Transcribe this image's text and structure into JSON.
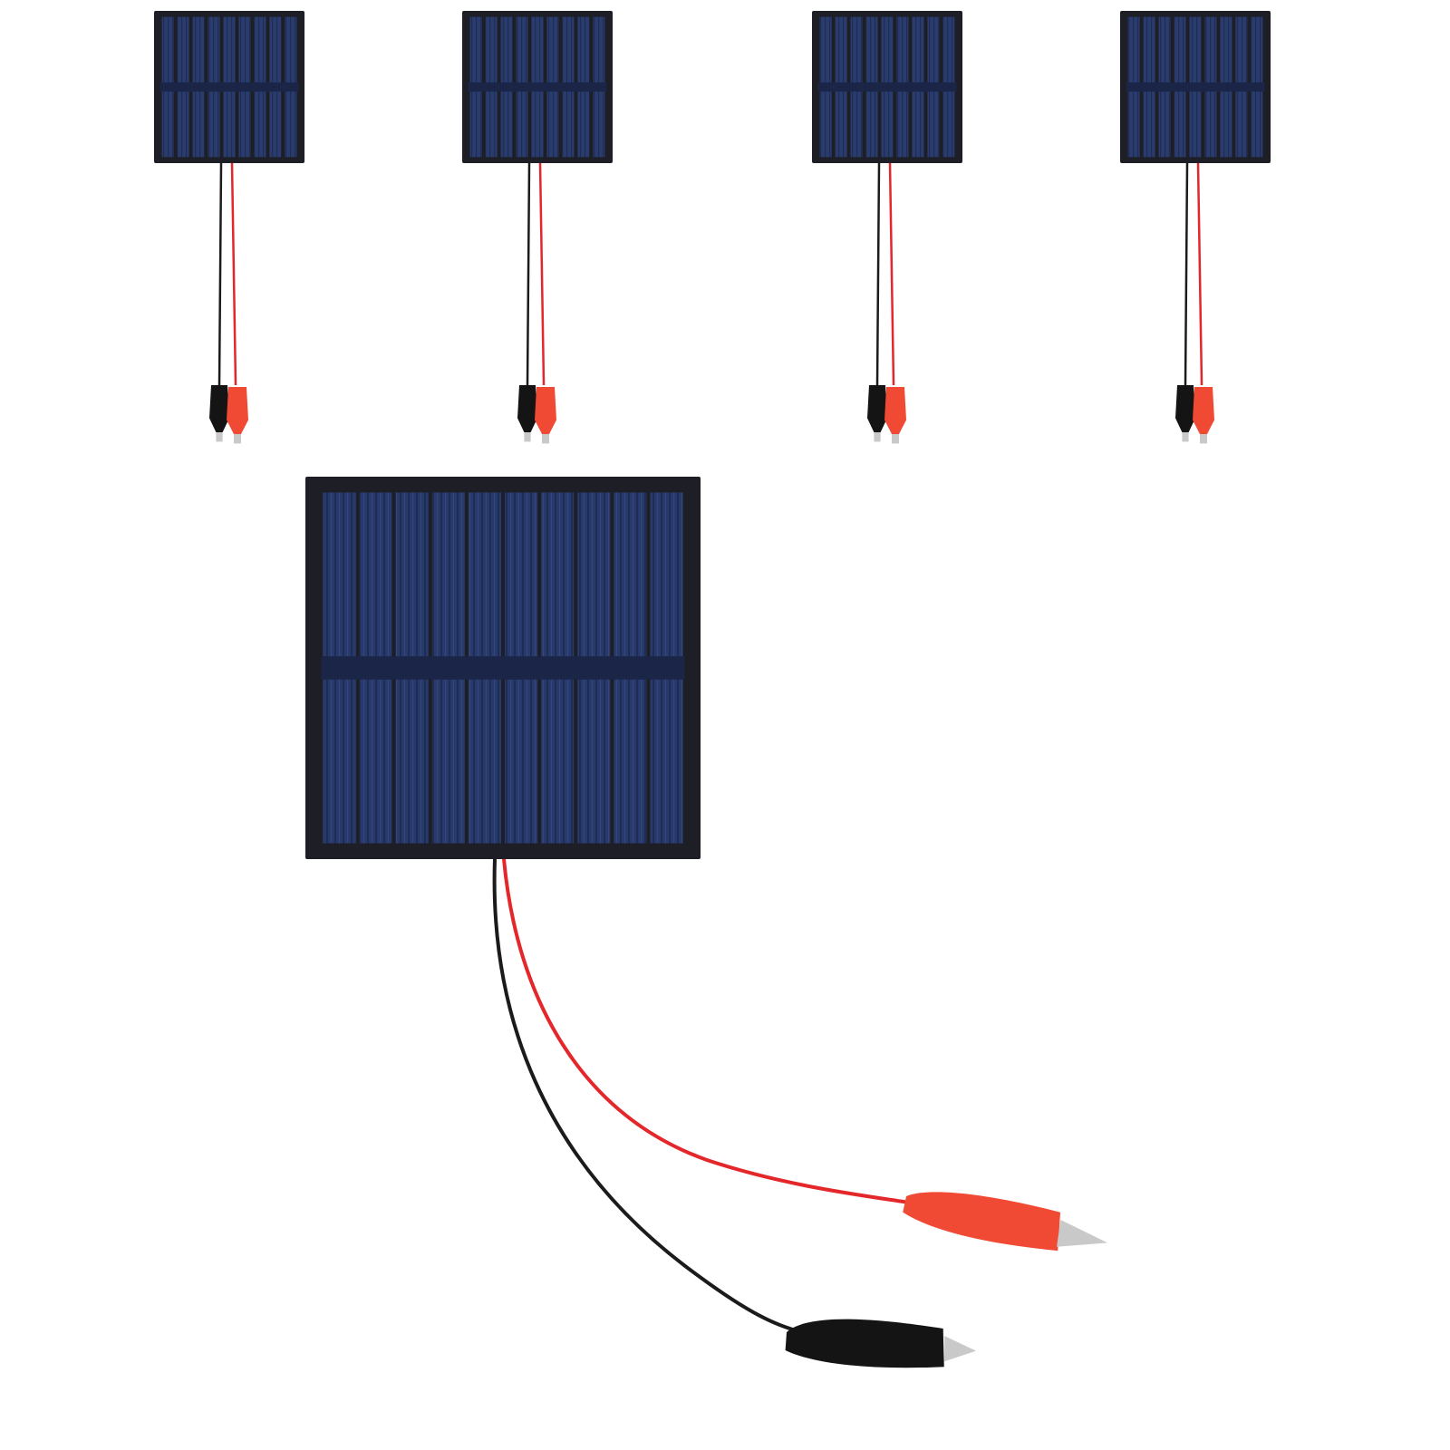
{
  "scene": {
    "background": "#ffffff",
    "colors": {
      "panel_frame": "#1e1f26",
      "cell_base": "#283a6b",
      "cell_line": "#1a2547",
      "wire_red": "#e3272b",
      "wire_black": "#1b1b1b",
      "clip_red": "#f04a34",
      "clip_black": "#141414",
      "clip_metal": "#c9c9c9"
    }
  },
  "panels": [
    {
      "name": "small-solar-panel-1",
      "size": "small",
      "wires": "red-and-black",
      "clips": "alligator"
    },
    {
      "name": "small-solar-panel-2",
      "size": "small",
      "wires": "red-and-black",
      "clips": "alligator"
    },
    {
      "name": "small-solar-panel-3",
      "size": "small",
      "wires": "red-and-black",
      "clips": "alligator"
    },
    {
      "name": "small-solar-panel-4",
      "size": "small",
      "wires": "red-and-black",
      "clips": "alligator"
    },
    {
      "name": "large-solar-panel",
      "size": "large",
      "wires": "red-and-black",
      "clips": "alligator"
    }
  ]
}
